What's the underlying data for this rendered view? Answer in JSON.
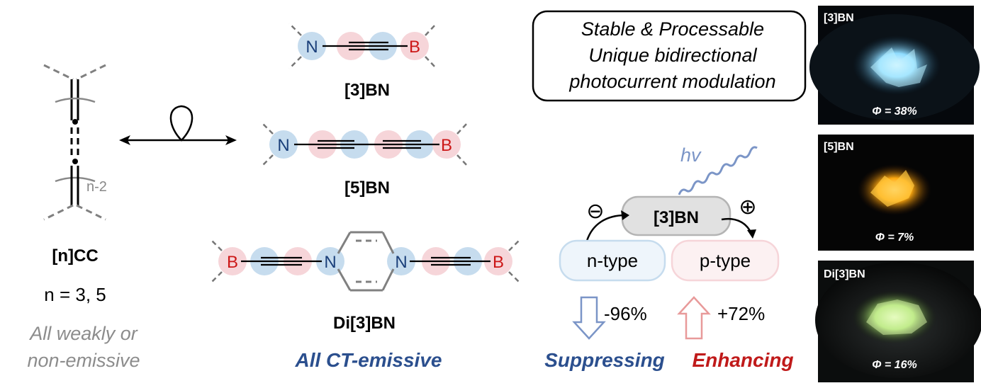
{
  "atoms": {
    "nitrogen": "N",
    "boron": "B"
  },
  "carbon_chain": {
    "label": "[n]CC",
    "n_value": "n = 3, 5",
    "repeat_label": "n-2",
    "note_line1": "All weakly or",
    "note_line2": "non-emissive"
  },
  "molecules": {
    "bn3": "[3]BN",
    "bn5": "[5]BN",
    "di3bn": "Di[3]BN",
    "note": "All CT-emissive"
  },
  "properties_box": {
    "line1": "Stable & Processable",
    "line2": "Unique bidirectional",
    "line3": "photocurrent modulation"
  },
  "photocurrent": {
    "light_label": "hv",
    "center_label": "[3]BN",
    "minus_sign": "⊖",
    "plus_sign": "⊕",
    "n_type": "n-type",
    "p_type": "p-type",
    "n_change": "-96%",
    "p_change": "+72%",
    "suppressing": "Suppressing",
    "enhancing": "Enhancing"
  },
  "photos": [
    {
      "label": "[3]BN",
      "phi": "Φ = 38%",
      "glow": "#9fe6ff"
    },
    {
      "label": "[5]BN",
      "phi": "Φ = 7%",
      "glow": "#ffb21e"
    },
    {
      "label": "Di[3]BN",
      "phi": "Φ = 16%",
      "glow": "#cdf59a"
    }
  ],
  "colors": {
    "blue_orbital": "#c6dcee",
    "pink_orbital": "#f6d5d9",
    "nitrogen": "#1a3f7a",
    "boron": "#cc1717",
    "suppress": "#2b4f8e",
    "enhance": "#c01a1a",
    "gray_text": "#8c8c8c"
  }
}
